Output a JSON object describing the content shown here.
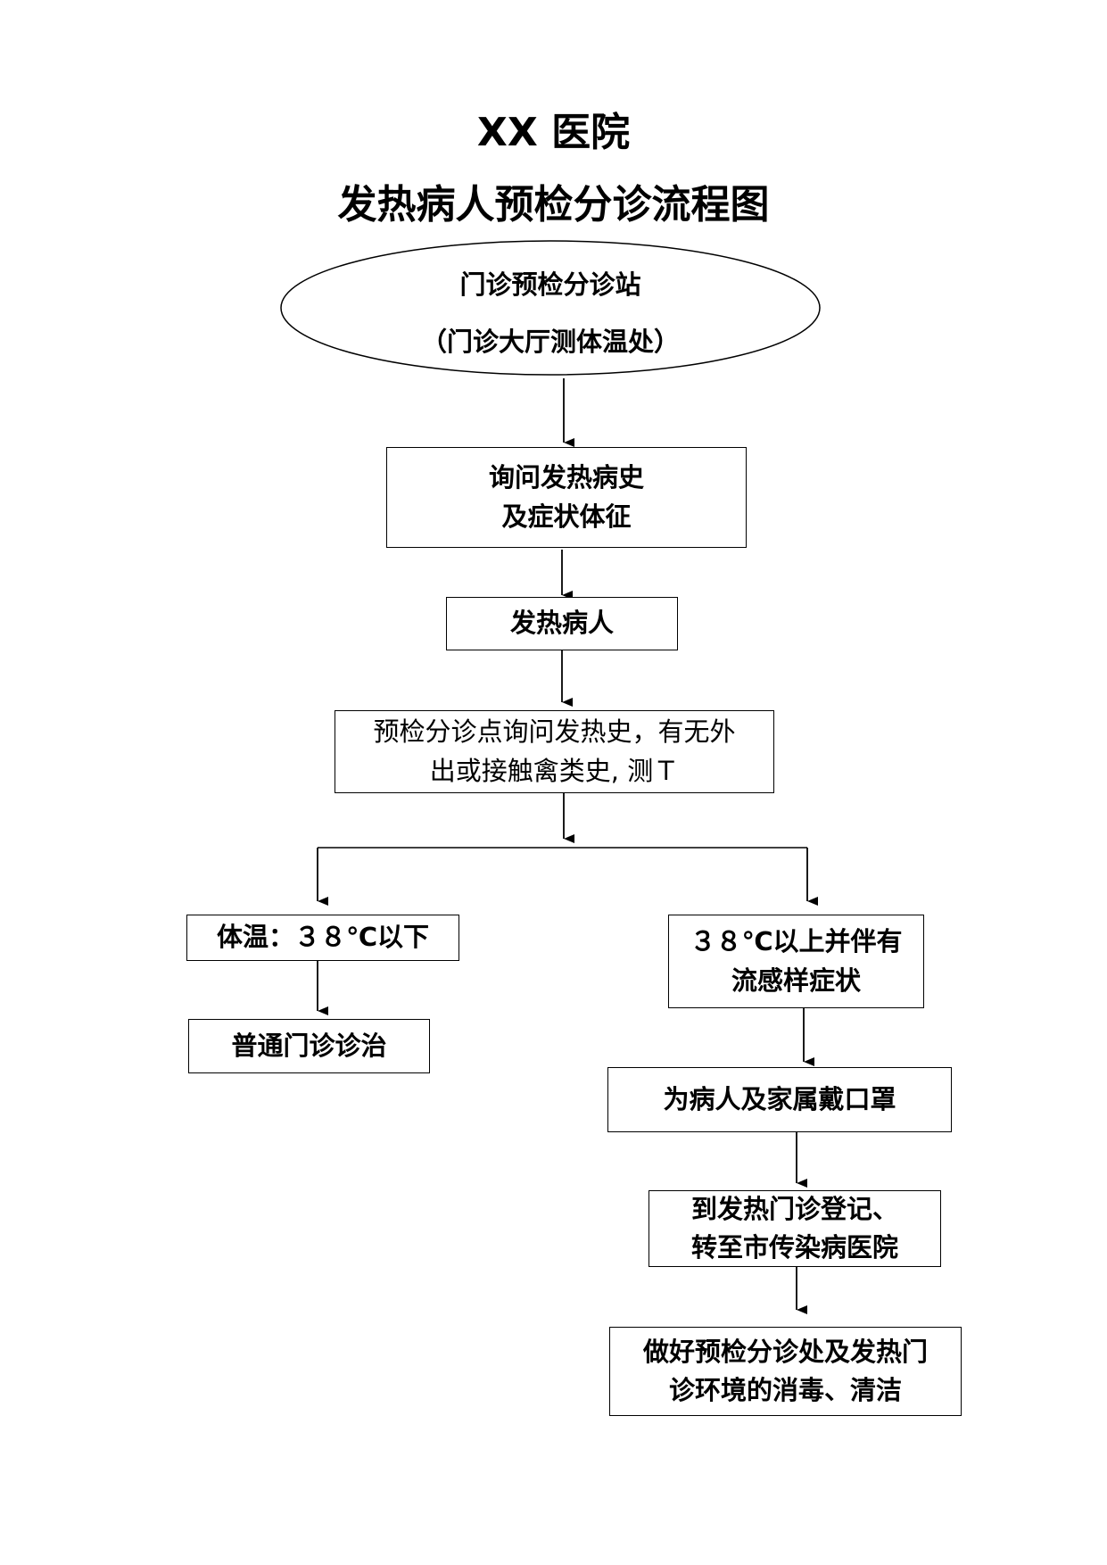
{
  "title": {
    "line1": "XX 医院",
    "line2": "发热病人预检分诊流程图"
  },
  "nodes": {
    "station": {
      "line1": "门诊预检分诊站",
      "line2": "（门诊大厅测体温处）"
    },
    "inquiry": {
      "line1": "询问发热病史",
      "line2": "及症状体征"
    },
    "fever_patient": {
      "line1": "发热病人"
    },
    "triage_check": {
      "line1": "预检分诊点询问发热史，有无外",
      "line2": "出或接触禽类史, 测Ｔ"
    },
    "temp_below": {
      "line1": "体温：３８℃以下"
    },
    "normal_clinic": {
      "line1": "普通门诊诊治"
    },
    "temp_above": {
      "line1": "３８℃以上并伴有",
      "line2": "流感样症状"
    },
    "mask": {
      "line1": "为病人及家属戴口罩"
    },
    "register": {
      "line1": "到发热门诊登记、",
      "line2": "转至市传染病医院"
    },
    "disinfect": {
      "line1": "做好预检分诊处及发热门",
      "line2": "诊环境的消毒、清洁"
    }
  }
}
